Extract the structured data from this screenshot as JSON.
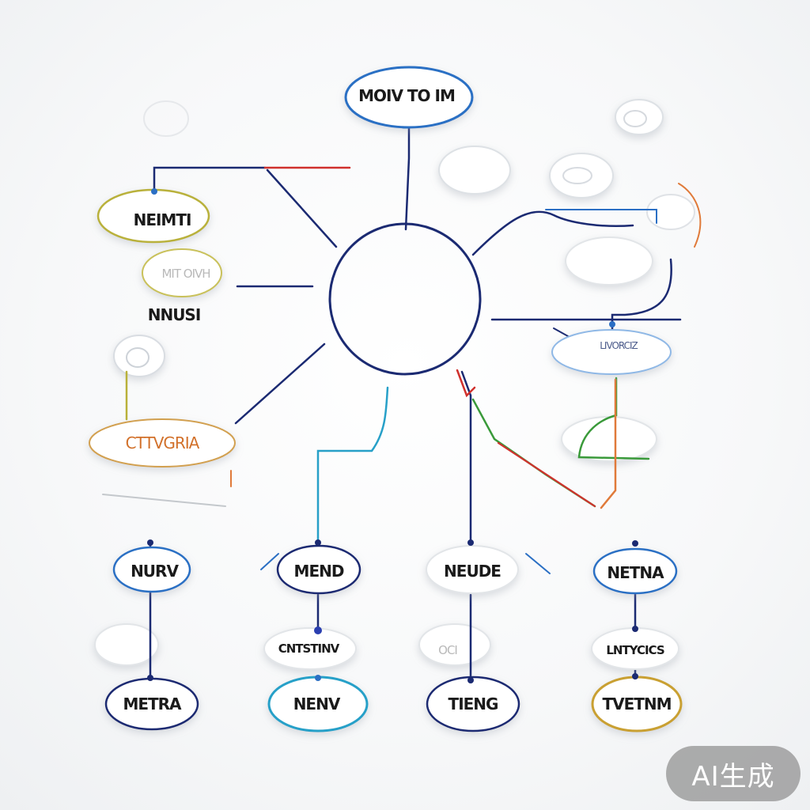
{
  "colors": {
    "navy": "#1b2a72",
    "blue": "#2b6fc4",
    "teal": "#27a0c8",
    "red": "#d0312d",
    "green": "#3a9a3a",
    "olive": "#b9b13a",
    "orange": "#e07a3a",
    "gray": "#c4c8cc"
  },
  "nodes": [
    {
      "id": "top",
      "label": "MOIV TO IM"
    },
    {
      "id": "left1",
      "label": "NEIMTI"
    },
    {
      "id": "left2",
      "label": "MIT OIVH"
    },
    {
      "id": "left3",
      "label": "NNUSI"
    },
    {
      "id": "left4",
      "label": "CTTVGRIA"
    },
    {
      "id": "right1",
      "label": "LIVORCIZ"
    },
    {
      "id": "b1a",
      "label": "NURV"
    },
    {
      "id": "b1c",
      "label": "METRA"
    },
    {
      "id": "b2a",
      "label": "MEND"
    },
    {
      "id": "b2b",
      "label": "CNTSTINV"
    },
    {
      "id": "b2c",
      "label": "NENV"
    },
    {
      "id": "b3a",
      "label": "NEUDE"
    },
    {
      "id": "b3b",
      "label": "OCI"
    },
    {
      "id": "b3c",
      "label": "TIENG"
    },
    {
      "id": "b4a",
      "label": "NETNA"
    },
    {
      "id": "b4b",
      "label": "LNTYCICS"
    },
    {
      "id": "b4c",
      "label": "TVETNM"
    }
  ],
  "badge": {
    "text": "AI生成"
  }
}
